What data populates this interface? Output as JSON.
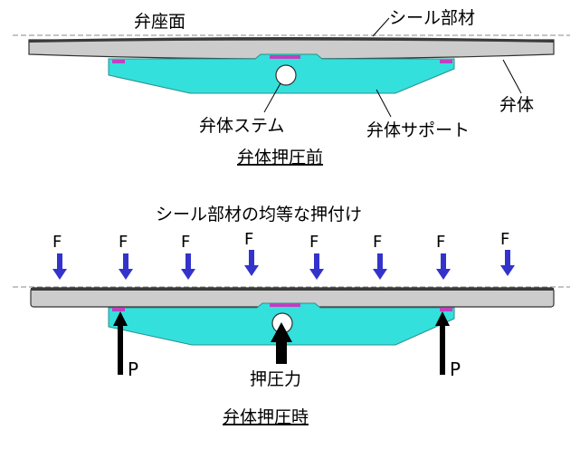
{
  "colors": {
    "valve_body": "#cccccc",
    "valve_body_stroke": "#333333",
    "seal": "#3a3a3a",
    "support": "#33e0dc",
    "support_stroke": "#2a8f8c",
    "pad": "#c040c0",
    "force_arrow": "#3333cc",
    "pressure_arrow": "#000000"
  },
  "top": {
    "labels": {
      "seat_face": "弁座面",
      "seal_member": "シール部材",
      "valve_body": "弁体",
      "stem": "弁体ステム",
      "support": "弁体サポート"
    },
    "caption": "弁体押圧前"
  },
  "bottom": {
    "heading": "シール部材の均等な押付け",
    "force_labels": [
      "F",
      "F",
      "F",
      "F",
      "F",
      "F",
      "F",
      "F"
    ],
    "reaction_labels": [
      "P",
      "P"
    ],
    "press_label": "押圧力",
    "caption": "弁体押圧時"
  }
}
